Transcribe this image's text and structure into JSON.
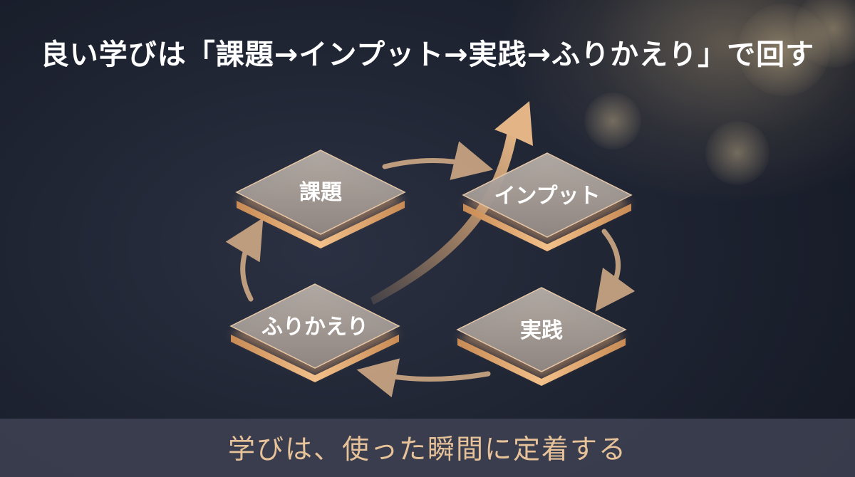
{
  "title": "良い学びは「課題→インプット→実践→ふりかえり」で回す",
  "cycle": {
    "nodes": [
      {
        "label": "課題"
      },
      {
        "label": "インプット"
      },
      {
        "label": "実践"
      },
      {
        "label": "ふりかえり"
      }
    ]
  },
  "caption": "学びは、使った瞬間に定着する",
  "colors": {
    "accent": "#d9a878",
    "title_text": "#ffffff",
    "caption_text": "#e8c39a",
    "background": "#1e2331"
  }
}
